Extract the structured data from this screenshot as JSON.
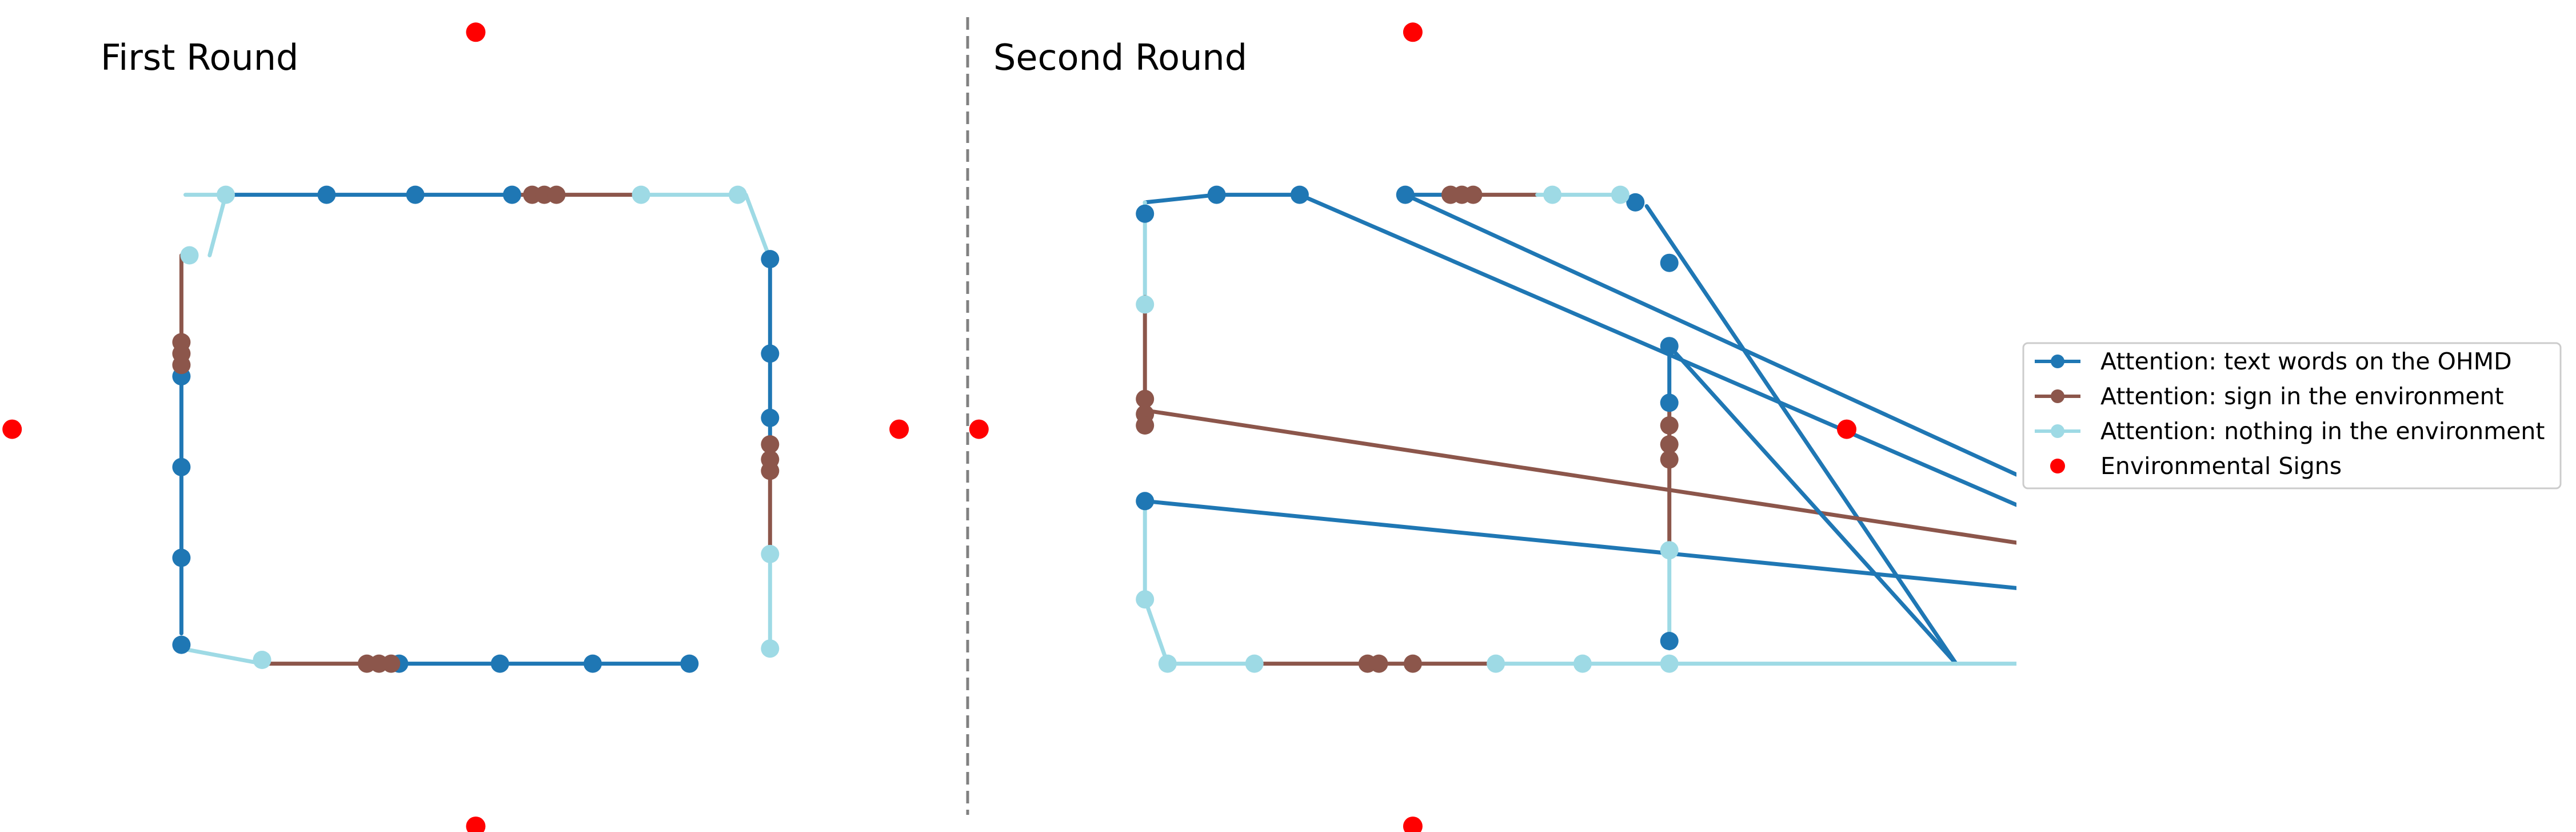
{
  "chart_data": {
    "type": "line",
    "legend_placement": "center-right",
    "grid": false,
    "axes_visible": false,
    "colors": {
      "text": "#1f77b4",
      "sign": "#8c564b",
      "nothing": "#9edae5",
      "env": "#ff0000",
      "divider": "#808080"
    },
    "legend": [
      {
        "key": "text",
        "label": "Attention: text words on the OHMD"
      },
      {
        "key": "sign",
        "label": "Attention: sign in the environment"
      },
      {
        "key": "nothing",
        "label": "Attention: nothing in the environment"
      },
      {
        "key": "env",
        "label": "Environmental Signs"
      }
    ],
    "panels": [
      {
        "id": "first",
        "title": "First Round",
        "xlim": [
          -1.18,
          1.22
        ],
        "ylim": [
          -1.05,
          1.12
        ],
        "env_points": [
          [
            0,
            1.05
          ],
          [
            -1.15,
            0
          ],
          [
            1.05,
            0
          ],
          [
            0,
            -1.05
          ]
        ],
        "segments": [
          {
            "key": "nothing",
            "points": [
              [
                -0.72,
                0.62
              ],
              [
                -0.62,
                0.62
              ],
              [
                -0.66,
                0.46
              ]
            ]
          },
          {
            "key": "text",
            "points": [
              [
                -0.62,
                0.62
              ],
              [
                -0.37,
                0.62
              ],
              [
                0.1,
                0.62
              ]
            ]
          },
          {
            "key": "sign",
            "points": [
              [
                0.1,
                0.62
              ],
              [
                0.16,
                0.62
              ],
              [
                0.43,
                0.62
              ]
            ]
          },
          {
            "key": "nothing",
            "points": [
              [
                0.43,
                0.62
              ],
              [
                0.67,
                0.62
              ],
              [
                0.73,
                0.45
              ]
            ]
          },
          {
            "key": "sign",
            "points": [
              [
                -0.73,
                0.46
              ],
              [
                -0.73,
                0.21
              ]
            ]
          },
          {
            "key": "text",
            "points": [
              [
                -0.73,
                0.21
              ],
              [
                -0.73,
                -0.54
              ]
            ]
          },
          {
            "key": "nothing",
            "points": [
              [
                -0.73,
                -0.58
              ],
              [
                -0.53,
                -0.62
              ]
            ]
          },
          {
            "key": "sign",
            "points": [
              [
                -0.53,
                -0.62
              ],
              [
                -0.24,
                -0.62
              ]
            ]
          },
          {
            "key": "text",
            "points": [
              [
                -0.24,
                -0.62
              ],
              [
                0.53,
                -0.62
              ]
            ]
          },
          {
            "key": "text",
            "points": [
              [
                0.73,
                0.45
              ],
              [
                0.73,
                -0.04
              ]
            ]
          },
          {
            "key": "sign",
            "points": [
              [
                0.73,
                -0.04
              ],
              [
                0.73,
                -0.33
              ]
            ]
          },
          {
            "key": "nothing",
            "points": [
              [
                0.73,
                -0.33
              ],
              [
                0.73,
                -0.58
              ]
            ]
          }
        ],
        "markers": [
          {
            "key": "nothing",
            "points": [
              [
                -0.62,
                0.62
              ],
              [
                0.41,
                0.62
              ],
              [
                0.65,
                0.62
              ],
              [
                -0.71,
                0.46
              ],
              [
                -0.53,
                -0.61
              ],
              [
                0.73,
                -0.33
              ],
              [
                0.73,
                -0.58
              ]
            ]
          },
          {
            "key": "text",
            "points": [
              [
                -0.37,
                0.62
              ],
              [
                -0.15,
                0.62
              ],
              [
                0.09,
                0.62
              ],
              [
                0.73,
                0.45
              ],
              [
                0.73,
                0.2
              ],
              [
                0.73,
                0.03
              ],
              [
                -0.73,
                0.14
              ],
              [
                -0.73,
                -0.1
              ],
              [
                -0.73,
                -0.34
              ],
              [
                -0.73,
                -0.57
              ],
              [
                -0.19,
                -0.62
              ],
              [
                0.06,
                -0.62
              ],
              [
                0.29,
                -0.62
              ],
              [
                0.53,
                -0.62
              ]
            ]
          },
          {
            "key": "sign",
            "points": [
              [
                0.14,
                0.62
              ],
              [
                0.17,
                0.62
              ],
              [
                0.2,
                0.62
              ],
              [
                -0.73,
                0.23
              ],
              [
                -0.73,
                0.2
              ],
              [
                -0.73,
                0.17
              ],
              [
                0.73,
                -0.04
              ],
              [
                0.73,
                -0.08
              ],
              [
                0.73,
                -0.11
              ],
              [
                -0.27,
                -0.62
              ],
              [
                -0.24,
                -0.62
              ],
              [
                -0.21,
                -0.62
              ]
            ]
          }
        ]
      },
      {
        "id": "second",
        "title": "Second Round",
        "xlim": [
          -1.18,
          1.6
        ],
        "ylim": [
          -1.05,
          1.12
        ],
        "env_points": [
          [
            0,
            1.05
          ],
          [
            -1.15,
            0
          ],
          [
            1.15,
            0
          ],
          [
            0,
            -1.05
          ]
        ],
        "segments": [
          {
            "key": "text",
            "points": [
              [
                -0.71,
                0.6
              ],
              [
                -0.52,
                0.62
              ],
              [
                -0.3,
                0.62
              ]
            ]
          },
          {
            "key": "text",
            "points": [
              [
                -0.3,
                0.62
              ],
              [
                1.6,
                -0.2
              ]
            ]
          },
          {
            "key": "text",
            "points": [
              [
                -0.02,
                0.62
              ],
              [
                0.15,
                0.62
              ]
            ]
          },
          {
            "key": "sign",
            "points": [
              [
                0.15,
                0.62
              ],
              [
                0.33,
                0.62
              ]
            ]
          },
          {
            "key": "nothing",
            "points": [
              [
                0.33,
                0.62
              ],
              [
                0.56,
                0.62
              ]
            ]
          },
          {
            "key": "text",
            "points": [
              [
                -0.02,
                0.62
              ],
              [
                1.6,
                -0.12
              ]
            ]
          },
          {
            "key": "text",
            "points": [
              [
                0.62,
                0.59
              ],
              [
                1.44,
                -0.62
              ]
            ]
          },
          {
            "key": "nothing",
            "points": [
              [
                -0.71,
                0.6
              ],
              [
                -0.71,
                0.35
              ]
            ]
          },
          {
            "key": "sign",
            "points": [
              [
                -0.71,
                0.35
              ],
              [
                -0.71,
                0.05
              ]
            ]
          },
          {
            "key": "sign",
            "points": [
              [
                -0.71,
                0.05
              ],
              [
                1.6,
                -0.3
              ]
            ]
          },
          {
            "key": "text",
            "points": [
              [
                0.68,
                0.22
              ],
              [
                0.68,
                0.05
              ]
            ]
          },
          {
            "key": "text",
            "points": [
              [
                0.68,
                0.22
              ],
              [
                1.44,
                -0.62
              ]
            ]
          },
          {
            "key": "sign",
            "points": [
              [
                0.68,
                0.05
              ],
              [
                0.68,
                -0.32
              ]
            ]
          },
          {
            "key": "nothing",
            "points": [
              [
                0.68,
                -0.32
              ],
              [
                0.68,
                -0.58
              ]
            ]
          },
          {
            "key": "text",
            "points": [
              [
                -0.71,
                -0.19
              ],
              [
                1.6,
                -0.42
              ]
            ]
          },
          {
            "key": "nothing",
            "points": [
              [
                -0.71,
                -0.19
              ],
              [
                -0.71,
                -0.45
              ],
              [
                -0.65,
                -0.62
              ]
            ]
          },
          {
            "key": "nothing",
            "points": [
              [
                -0.65,
                -0.62
              ],
              [
                -0.42,
                -0.62
              ]
            ]
          },
          {
            "key": "sign",
            "points": [
              [
                -0.42,
                -0.62
              ],
              [
                0.22,
                -0.62
              ]
            ]
          },
          {
            "key": "nothing",
            "points": [
              [
                0.22,
                -0.62
              ],
              [
                1.6,
                -0.62
              ]
            ]
          }
        ],
        "markers": [
          {
            "key": "text",
            "points": [
              [
                -0.71,
                0.57
              ],
              [
                -0.52,
                0.62
              ],
              [
                -0.3,
                0.62
              ],
              [
                -0.02,
                0.62
              ],
              [
                0.59,
                0.6
              ],
              [
                0.68,
                0.44
              ],
              [
                0.68,
                0.22
              ],
              [
                0.68,
                0.07
              ],
              [
                0.68,
                -0.56
              ],
              [
                -0.71,
                -0.19
              ]
            ]
          },
          {
            "key": "sign",
            "points": [
              [
                0.1,
                0.62
              ],
              [
                0.13,
                0.62
              ],
              [
                0.16,
                0.62
              ],
              [
                -0.71,
                0.08
              ],
              [
                -0.71,
                0.04
              ],
              [
                -0.71,
                0.01
              ],
              [
                0.68,
                0.01
              ],
              [
                0.68,
                -0.04
              ],
              [
                0.68,
                -0.08
              ],
              [
                -0.12,
                -0.62
              ],
              [
                -0.09,
                -0.62
              ],
              [
                0.0,
                -0.62
              ]
            ]
          },
          {
            "key": "nothing",
            "points": [
              [
                0.37,
                0.62
              ],
              [
                0.55,
                0.62
              ],
              [
                -0.71,
                0.33
              ],
              [
                -0.71,
                -0.45
              ],
              [
                -0.65,
                -0.62
              ],
              [
                -0.42,
                -0.62
              ],
              [
                0.22,
                -0.62
              ],
              [
                0.45,
                -0.62
              ],
              [
                0.68,
                -0.62
              ],
              [
                0.68,
                -0.32
              ]
            ]
          }
        ]
      }
    ]
  }
}
